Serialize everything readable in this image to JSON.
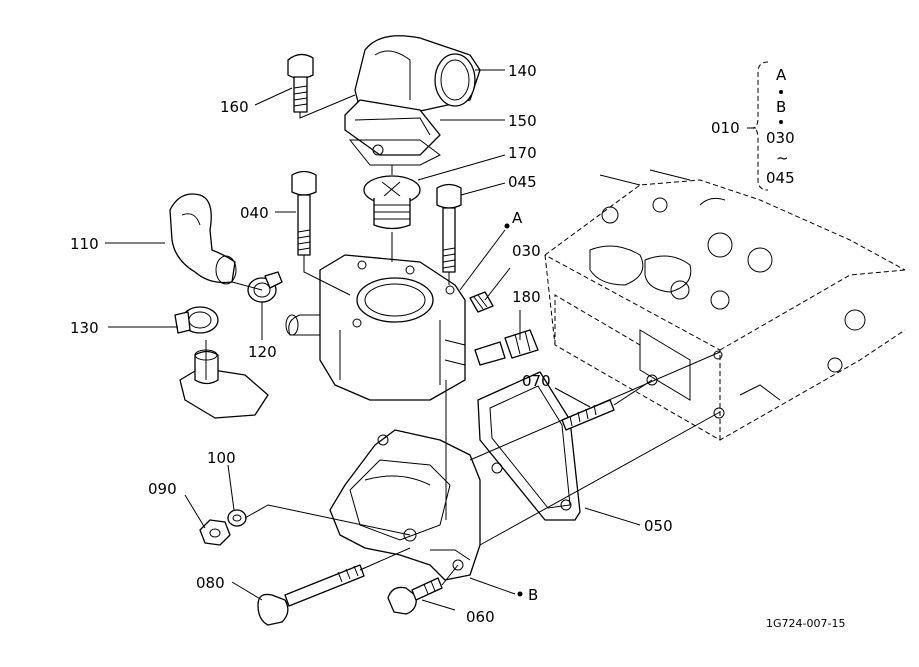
{
  "drawing_id": "1G724-007-15",
  "callouts": [
    {
      "id": "140",
      "label": "140"
    },
    {
      "id": "150",
      "label": "150"
    },
    {
      "id": "160",
      "label": "160"
    },
    {
      "id": "170",
      "label": "170"
    },
    {
      "id": "045",
      "label": "045"
    },
    {
      "id": "040",
      "label": "040"
    },
    {
      "id": "110",
      "label": "110"
    },
    {
      "id": "130",
      "label": "130"
    },
    {
      "id": "120",
      "label": "120"
    },
    {
      "id": "030",
      "label": "030"
    },
    {
      "id": "180",
      "label": "180"
    },
    {
      "id": "070",
      "label": "070"
    },
    {
      "id": "100",
      "label": "100"
    },
    {
      "id": "090",
      "label": "090"
    },
    {
      "id": "050",
      "label": "050"
    },
    {
      "id": "080",
      "label": "080"
    },
    {
      "id": "060",
      "label": "060"
    },
    {
      "id": "A",
      "label": "A"
    },
    {
      "id": "B",
      "label": "B"
    }
  ],
  "assembly_group": {
    "number": "010",
    "items": [
      "A",
      "B",
      "030",
      "045"
    ],
    "range_symbol": "~"
  }
}
